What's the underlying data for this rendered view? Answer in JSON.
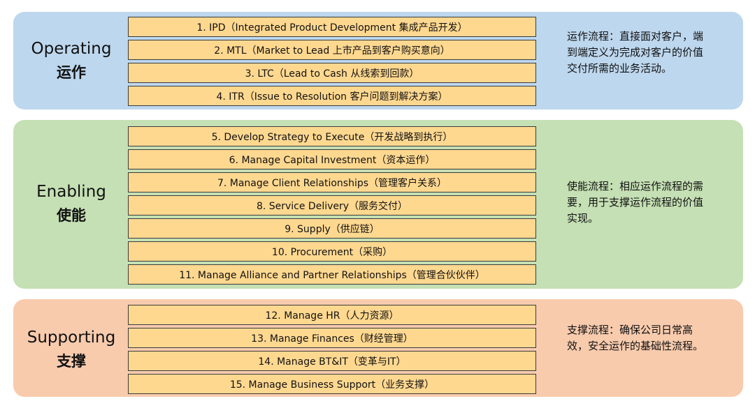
{
  "groups": [
    {
      "key": "operating",
      "label_en": "Operating",
      "label_zh": "运作",
      "processes": [
        "1. IPD（Integrated Product Development 集成产品开发）",
        "2. MTL（Market to Lead 上市产品到客户购买意向）",
        "3. LTC（Lead to Cash 从线索到回款）",
        "4. ITR（Issue to Resolution 客户问题到解决方案）"
      ],
      "description": "运作流程：直接面对客户，端到端定义为完成对客户的价值交付所需的业务活动。"
    },
    {
      "key": "enabling",
      "label_en": "Enabling",
      "label_zh": "使能",
      "processes": [
        "5. Develop Strategy to Execute（开发战略到执行）",
        "6. Manage Capital Investment（资本运作）",
        "7. Manage Client Relationships（管理客户关系）",
        "8. Service Delivery（服务交付）",
        "9. Supply（供应链）",
        "10. Procurement（采购）",
        "11. Manage Alliance and Partner Relationships（管理合伙伙伴）"
      ],
      "description": "使能流程：相应运作流程的需要，用于支撑运作流程的价值实现。"
    },
    {
      "key": "supporting",
      "label_en": "Supporting",
      "label_zh": "支撑",
      "processes": [
        "12. Manage HR（人力资源）",
        "13. Manage Finances（财经管理）",
        "14. Manage BT&IT（变革与IT）",
        "15. Manage Business Support（业务支撑）"
      ],
      "description": "支撑流程：确保公司日常高效，安全运作的基础性流程。"
    }
  ]
}
